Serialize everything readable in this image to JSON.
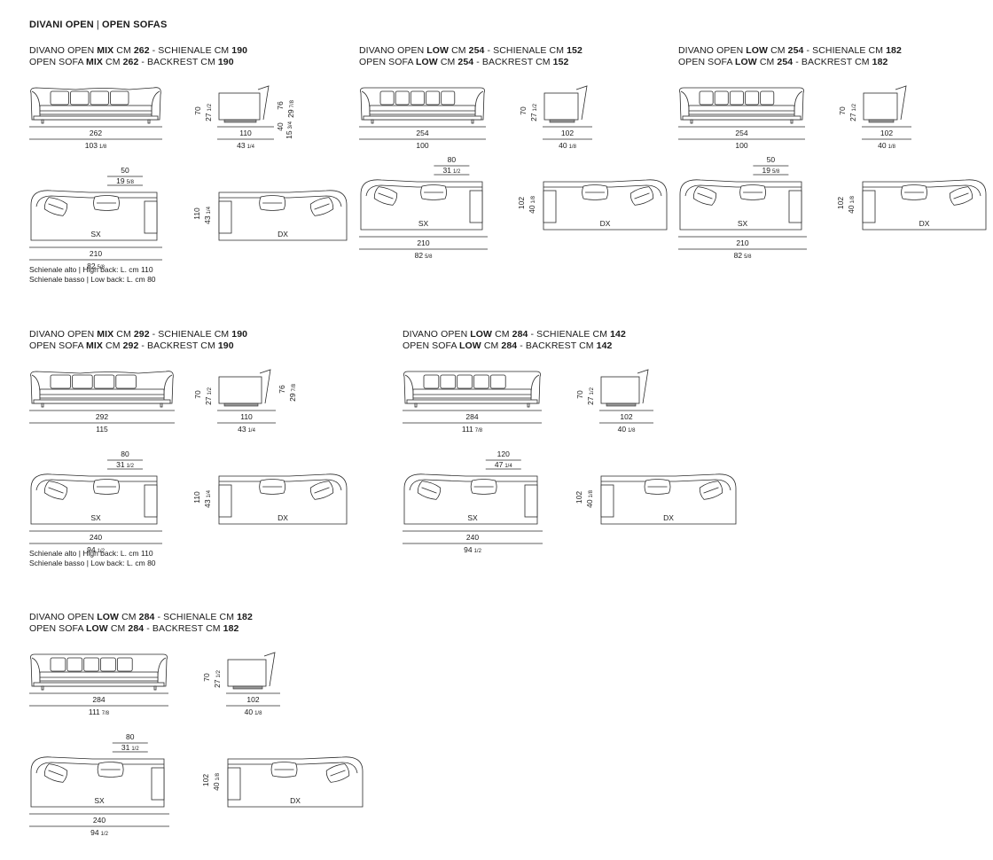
{
  "title": {
    "left": "DIVANI OPEN",
    "sep": "|",
    "right": "OPEN SOFAS"
  },
  "labels": {
    "sx": "SX",
    "dx": "DX"
  },
  "sections": [
    {
      "id": "s1",
      "hdr_it": {
        "pre": "DIVANO OPEN ",
        "kind": "MIX",
        "mid1": " CM ",
        "width": "262",
        "mid2": " - SCHIENALE CM ",
        "back": "190"
      },
      "hdr_en": {
        "pre": "OPEN SOFA ",
        "kind": "MIX",
        "mid1": " CM ",
        "width": "262",
        "mid2": " - BACKREST CM ",
        "back": "190"
      },
      "front_w": "262",
      "front_w_in": "103",
      "front_w_in_frac": "1/8",
      "side_h": "70",
      "seat_h": "27",
      "seat_h_frac": "1/2",
      "side_d": "110",
      "side_d_in": "43",
      "side_d_in_frac": "1/4",
      "arm_h": "76",
      "arm_h_in": "29",
      "arm_h_in_frac": "7/8",
      "seat2": "40",
      "seat2_in": "15",
      "seat2_in_frac": "3/4",
      "plan_top": "50",
      "plan_top_in": "19",
      "plan_top_in_frac": "5/8",
      "plan_d": "110",
      "plan_d_in": "43",
      "plan_d_in_frac": "1/4",
      "plan_w": "210",
      "plan_w_in": "82",
      "plan_w_in_frac": "5/8",
      "notes": [
        "Schienale alto | High back: L. cm 110",
        "Schienale basso | Low back: L. cm 80"
      ]
    },
    {
      "id": "s2",
      "hdr_it": {
        "pre": "DIVANO OPEN ",
        "kind": "LOW",
        "mid1": " CM ",
        "width": "254",
        "mid2": " - SCHIENALE CM ",
        "back": "152"
      },
      "hdr_en": {
        "pre": "OPEN SOFA ",
        "kind": "LOW",
        "mid1": " CM ",
        "width": "254",
        "mid2": " - BACKREST CM ",
        "back": "152"
      },
      "front_w": "254",
      "front_w_in": "100",
      "side_h": "70",
      "seat_h": "27",
      "seat_h_frac": "1/2",
      "side_d": "102",
      "side_d_in": "40",
      "side_d_in_frac": "1/8",
      "plan_top": "80",
      "plan_top_in": "31",
      "plan_top_in_frac": "1/2",
      "plan_d": "102",
      "plan_d_in": "40",
      "plan_d_in_frac": "1/8",
      "plan_w": "210",
      "plan_w_in": "82",
      "plan_w_in_frac": "5/8"
    },
    {
      "id": "s3",
      "hdr_it": {
        "pre": "DIVANO OPEN ",
        "kind": "LOW",
        "mid1": " CM ",
        "width": "254",
        "mid2": " - SCHIENALE CM ",
        "back": "182"
      },
      "hdr_en": {
        "pre": "OPEN SOFA ",
        "kind": "LOW",
        "mid1": " CM ",
        "width": "254",
        "mid2": " - BACKREST CM ",
        "back": "182"
      },
      "front_w": "254",
      "front_w_in": "100",
      "side_h": "70",
      "seat_h": "27",
      "seat_h_frac": "1/2",
      "side_d": "102",
      "side_d_in": "40",
      "side_d_in_frac": "1/8",
      "plan_top": "50",
      "plan_top_in": "19",
      "plan_top_in_frac": "5/8",
      "plan_d": "102",
      "plan_d_in": "40",
      "plan_d_in_frac": "1/8",
      "plan_w": "210",
      "plan_w_in": "82",
      "plan_w_in_frac": "5/8"
    },
    {
      "id": "s4",
      "hdr_it": {
        "pre": "DIVANO OPEN ",
        "kind": "MIX",
        "mid1": " CM ",
        "width": "292",
        "mid2": " - SCHIENALE CM ",
        "back": "190"
      },
      "hdr_en": {
        "pre": "OPEN SOFA ",
        "kind": "MIX",
        "mid1": " CM ",
        "width": "292",
        "mid2": " - BACKREST CM ",
        "back": "190"
      },
      "front_w": "292",
      "front_w_in": "115",
      "side_h": "70",
      "seat_h": "27",
      "seat_h_frac": "1/2",
      "side_d": "110",
      "side_d_in": "43",
      "side_d_in_frac": "1/4",
      "arm_h": "76",
      "arm_h_in": "29",
      "arm_h_in_frac": "7/8",
      "plan_top": "80",
      "plan_top_in": "31",
      "plan_top_in_frac": "1/2",
      "plan_d": "110",
      "plan_d_in": "43",
      "plan_d_in_frac": "1/4",
      "plan_w": "240",
      "plan_w_in": "94",
      "plan_w_in_frac": "1/2",
      "notes": [
        "Schienale alto | High back: L. cm 110",
        "Schienale basso | Low back: L. cm 80"
      ]
    },
    {
      "id": "s5",
      "hdr_it": {
        "pre": "DIVANO OPEN ",
        "kind": "LOW",
        "mid1": " CM ",
        "width": "284",
        "mid2": " - SCHIENALE CM ",
        "back": "142"
      },
      "hdr_en": {
        "pre": "OPEN SOFA ",
        "kind": "LOW",
        "mid1": " CM ",
        "width": "284",
        "mid2": " - BACKREST CM ",
        "back": "142"
      },
      "front_w": "284",
      "front_w_in": "111",
      "front_w_in_frac": "7/8",
      "side_h": "70",
      "seat_h": "27",
      "seat_h_frac": "1/2",
      "side_d": "102",
      "side_d_in": "40",
      "side_d_in_frac": "1/8",
      "plan_top": "120",
      "plan_top_in": "47",
      "plan_top_in_frac": "1/4",
      "plan_d": "102",
      "plan_d_in": "40",
      "plan_d_in_frac": "1/8",
      "plan_w": "240",
      "plan_w_in": "94",
      "plan_w_in_frac": "1/2"
    },
    {
      "id": "s6",
      "hdr_it": {
        "pre": "DIVANO OPEN ",
        "kind": "LOW",
        "mid1": " CM ",
        "width": "284",
        "mid2": " - SCHIENALE CM ",
        "back": "182"
      },
      "hdr_en": {
        "pre": "OPEN SOFA ",
        "kind": "LOW",
        "mid1": " CM ",
        "width": "284",
        "mid2": " - BACKREST CM ",
        "back": "182"
      },
      "front_w": "284",
      "front_w_in": "111",
      "front_w_in_frac": "7/8",
      "side_h": "70",
      "seat_h": "27",
      "seat_h_frac": "1/2",
      "side_d": "102",
      "side_d_in": "40",
      "side_d_in_frac": "1/8",
      "plan_top": "80",
      "plan_top_in": "31",
      "plan_top_in_frac": "1/2",
      "plan_d": "102",
      "plan_d_in": "40",
      "plan_d_in_frac": "1/8",
      "plan_w": "240",
      "plan_w_in": "94",
      "plan_w_in_frac": "1/2"
    }
  ]
}
